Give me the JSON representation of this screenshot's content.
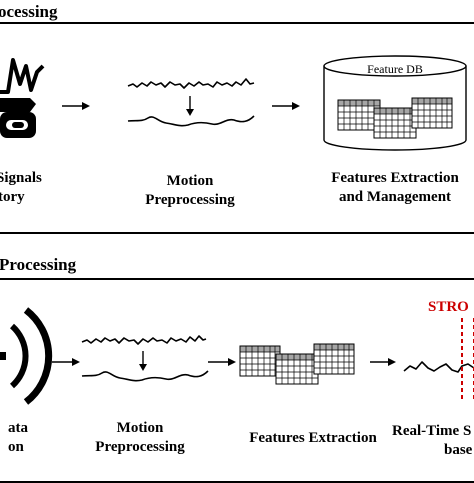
{
  "top_section": {
    "header": "ocessing",
    "db_label": "Feature DB",
    "left_label_line1": "Signals",
    "left_label_line2": "tory",
    "mid_label_line1": "Motion",
    "mid_label_line2": "Preprocessing",
    "right_label_line1": "Features Extraction",
    "right_label_line2": "and Management"
  },
  "bottom_section": {
    "header": "Processing",
    "left_label_line1": "ata",
    "left_label_line2": "on",
    "mid_label_line1": "Motion",
    "mid_label_line2": "Preprocessing",
    "features_label": "Features Extraction",
    "right_label_line1": "Real-Time S",
    "right_label_line2": "base",
    "strong_label": "STRO"
  },
  "colors": {
    "line": "#000000",
    "table_header": "#a6a6a6",
    "highlight": "#cc0000"
  },
  "icons": [
    "history-device-icon",
    "wireless-signal-icon"
  ]
}
